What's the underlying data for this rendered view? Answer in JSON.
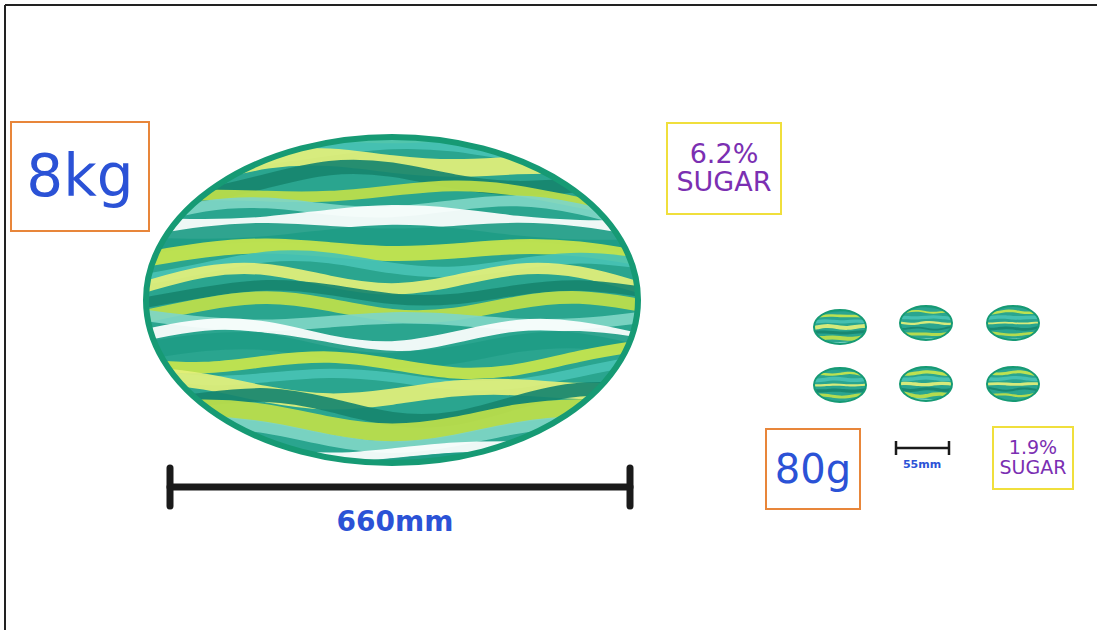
{
  "diagram": {
    "nodes": [
      {
        "text": [
          "8kg"
        ]
      },
      {
        "text": [
          "6.2% SUGAR"
        ]
      },
      {
        "text": [
          "80g"
        ]
      },
      {
        "text": [
          "1.9% SUGAR"
        ]
      }
    ],
    "labels": [
      "660mm",
      "55mm"
    ]
  }
}
